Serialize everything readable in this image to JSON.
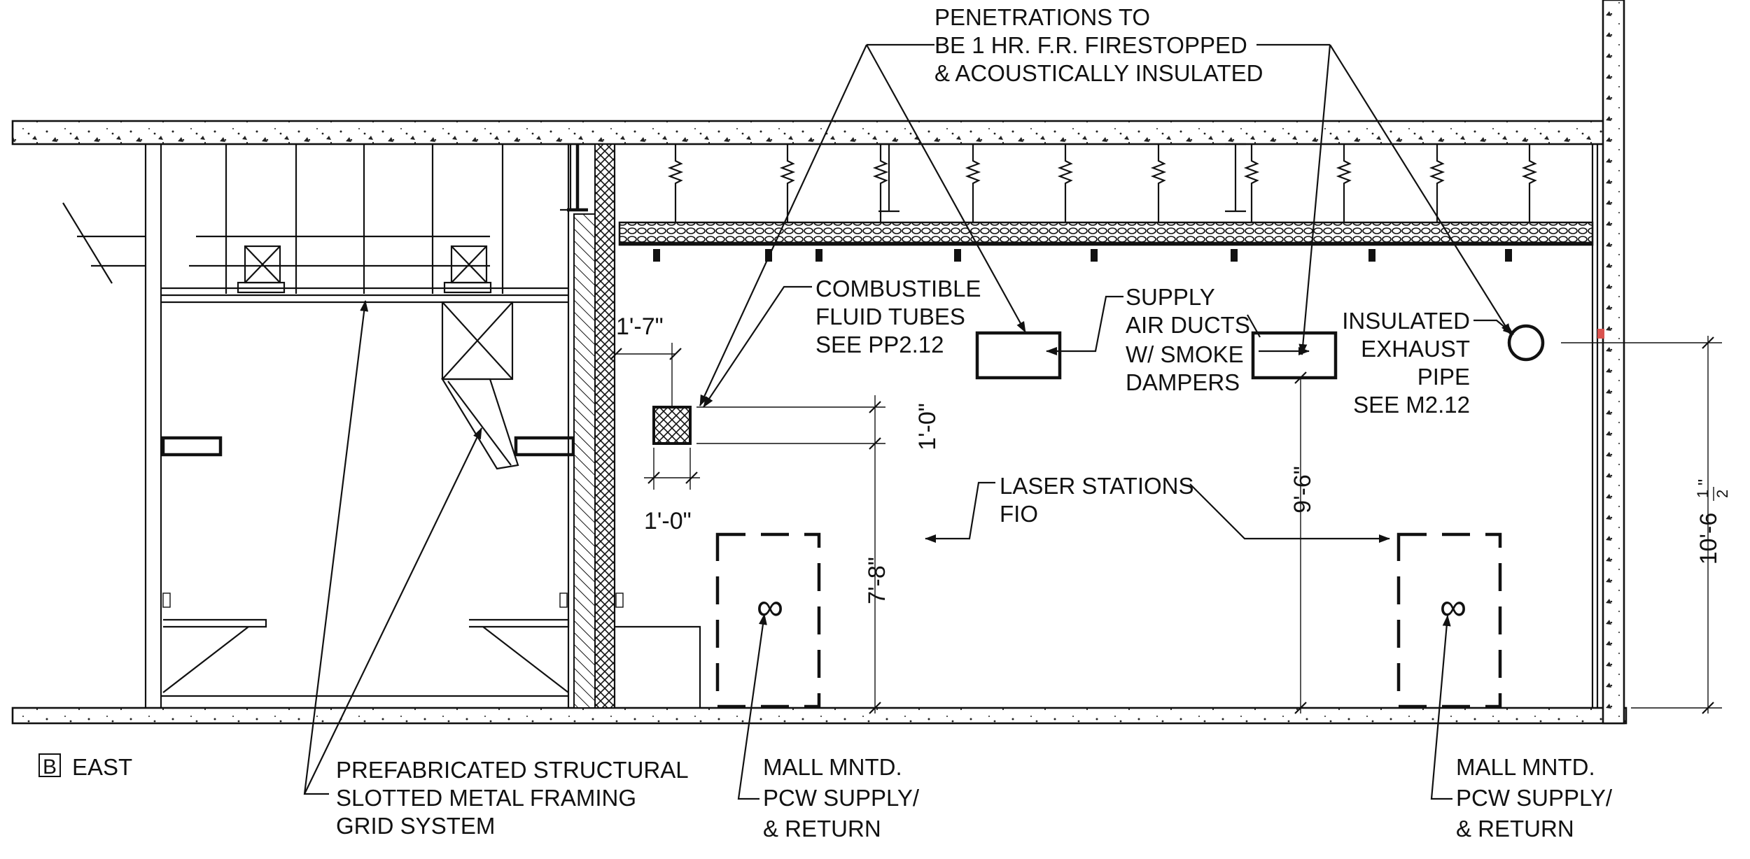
{
  "notes": {
    "penetrations": [
      "PENETRATIONS TO",
      "BE 1 HR. F.R. FIRESTOPPED",
      "& ACOUSTICALLY INSULATED"
    ],
    "fluid_tubes": [
      "COMBUSTIBLE",
      "FLUID TUBES",
      "SEE PP2.12"
    ],
    "supply_ducts": [
      "SUPPLY",
      "AIR DUCTS",
      "W/ SMOKE",
      "DAMPERS"
    ],
    "exhaust_pipe": [
      "INSULATED",
      "EXHAUST",
      "PIPE",
      "SEE M2.12"
    ],
    "laser_stations": [
      "LASER STATIONS",
      "FIO"
    ],
    "framing": [
      "PREFABRICATED STRUCTURAL",
      "SLOTTED METAL FRAMING",
      "GRID SYSTEM"
    ],
    "pcw_left": [
      "MALL MNTD.",
      "PCW SUPPLY/",
      "& RETURN"
    ],
    "pcw_right": [
      "MALL MNTD.",
      "PCW SUPPLY/",
      "& RETURN"
    ]
  },
  "section_tag": {
    "letter": "B",
    "label": "EAST"
  },
  "dimensions": {
    "offset_1_7": "1'-7\"",
    "tube_width": "1'-0\"",
    "tube_height": "1'-0\"",
    "height_7_8": "7'-8\"",
    "height_9_6": "9'-6\"",
    "height_10_6": "10'-6",
    "height_10_6_frac_num": "1",
    "height_10_6_frac_den": "2",
    "height_10_6_inch": "\""
  },
  "station_symbols": [
    "∞",
    "∞"
  ],
  "colors": {
    "line": "#111111",
    "accent_marker": "#d9534f"
  }
}
